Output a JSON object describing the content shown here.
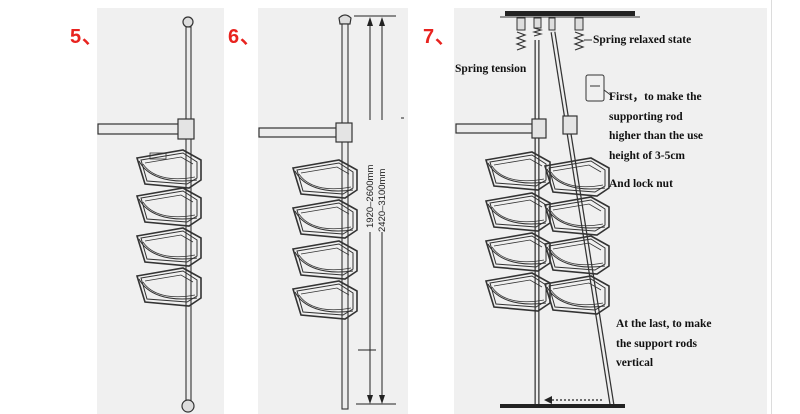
{
  "steps": {
    "step5": "5、",
    "step6": "6、",
    "step7": "7、"
  },
  "panel6": {
    "height_label_inner": "1920–2600mm",
    "height_label_outer": "2420–3100mm"
  },
  "panel7": {
    "spring_relaxed": "Spring relaxed state",
    "spring_tension": "Spring tension",
    "first_lines": [
      "First，to make the",
      "supporting rod",
      "higher than the use",
      "height of 3-5cm"
    ],
    "lock_nut": "And lock nut",
    "last_lines": [
      "At the last, to make",
      "the support rods",
      "vertical"
    ]
  }
}
